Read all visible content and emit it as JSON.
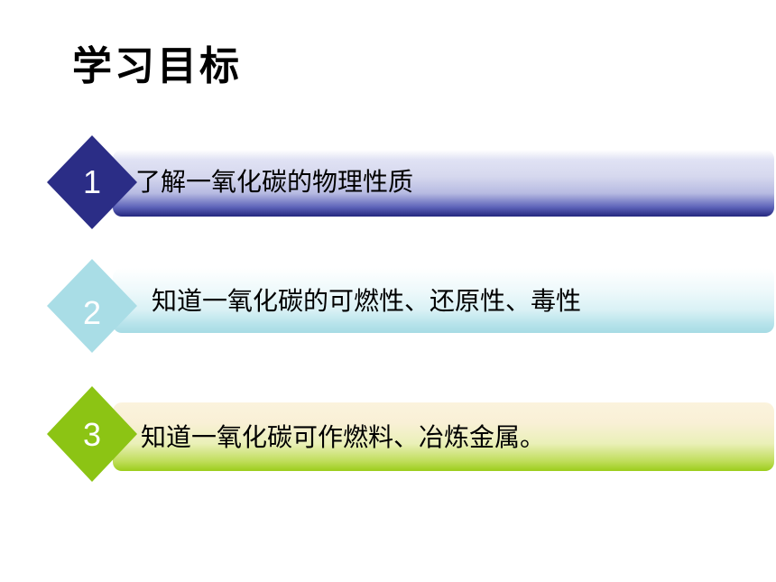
{
  "title": "学习目标",
  "objectives": [
    {
      "number": "1",
      "text": "了解一氧化碳的物理性质",
      "color": "#2b2d86"
    },
    {
      "number": "2",
      "text": "知道一氧化碳的可燃性、还原性、毒性",
      "color": "#a9dde6"
    },
    {
      "number": "3",
      "text": "知道一氧化碳可作燃料、冶炼金属。",
      "color": "#8cc414"
    }
  ]
}
